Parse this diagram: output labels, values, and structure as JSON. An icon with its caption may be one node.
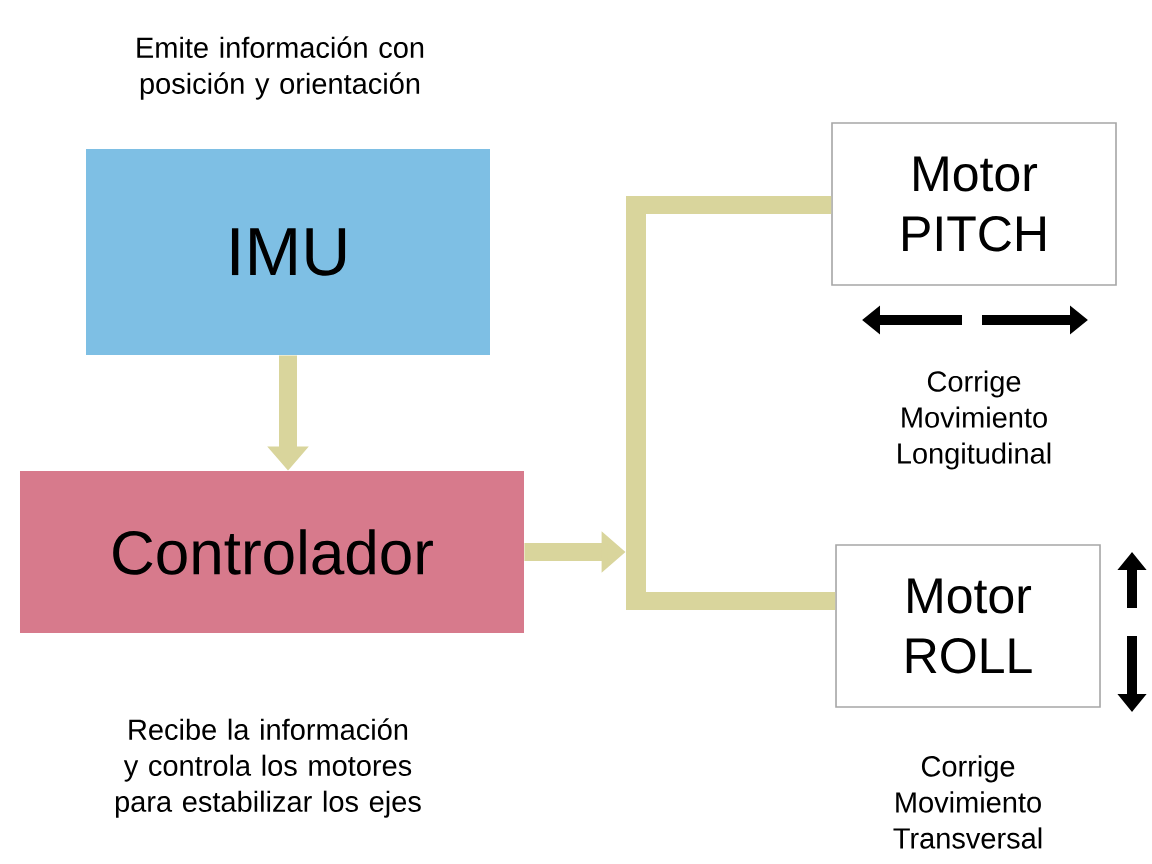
{
  "diagram": {
    "nodes": [
      {
        "text": [
          "IMU"
        ],
        "beside": [
          "Emite información con posición y orientación"
        ]
      },
      {
        "text": [
          "Controlador"
        ],
        "beside": [
          "Recibe la información y controla los motores para estabilizar los ejes"
        ]
      },
      {
        "text": [
          "Motor PITCH"
        ],
        "beside": [
          "Corrige Movimiento Longitudinal"
        ]
      },
      {
        "text": [
          "Motor ROLL"
        ],
        "beside": [
          "Corrige Movimiento Transversal"
        ]
      },
      {
        "text": [],
        "shape": "bar"
      }
    ],
    "edges": [
      {
        "from": 0,
        "to": 1,
        "arrow": "to"
      },
      {
        "from": 1,
        "to": 4,
        "arrow": "to"
      },
      {
        "from": 4,
        "to": 2,
        "arrow": "none"
      },
      {
        "from": 4,
        "to": 3,
        "arrow": "none"
      }
    ]
  }
}
